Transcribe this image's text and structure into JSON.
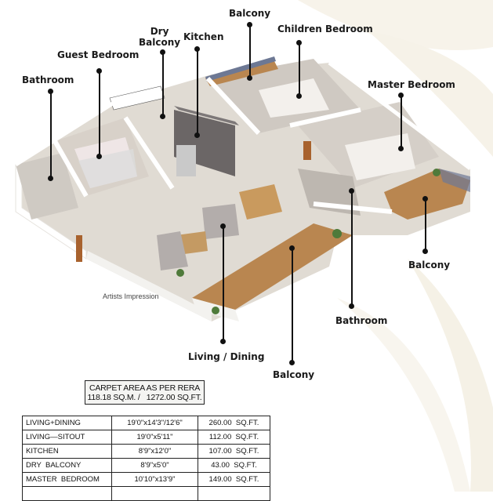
{
  "floor_plan": {
    "labels": [
      {
        "id": "bathroom-left",
        "text": "Bathroom"
      },
      {
        "id": "guest-bedroom",
        "text": "Guest Bedroom"
      },
      {
        "id": "dry-balcony",
        "text": "Dry\nBalcony"
      },
      {
        "id": "kitchen",
        "text": "Kitchen"
      },
      {
        "id": "balcony-top",
        "text": "Balcony"
      },
      {
        "id": "children-bedroom",
        "text": "Children Bedroom"
      },
      {
        "id": "master-bedroom",
        "text": "Master Bedroom"
      },
      {
        "id": "balcony-right",
        "text": "Balcony"
      },
      {
        "id": "bathroom-right",
        "text": "Bathroom"
      },
      {
        "id": "living-dining",
        "text": "Living / Dining"
      },
      {
        "id": "balcony-bottom",
        "text": "Balcony"
      }
    ],
    "artist_note": "Artists Impression"
  },
  "carpet_area": {
    "title": "CARPET AREA AS PER RERA",
    "value": "118.18 SQ.M. /   1272.00 SQ.FT."
  },
  "area_table": {
    "rows": [
      {
        "room": "LIVING+DINING",
        "dimensions": "19'0\"x14'3\"/12'6\"",
        "area": "260.00  SQ.FT."
      },
      {
        "room": "LIVING—SITOUT",
        "dimensions": "19'0\"x5'11\"",
        "area": "112.00  SQ.FT."
      },
      {
        "room": "KITCHEN",
        "dimensions": "8'9\"x12'0\"",
        "area": "107.00  SQ.FT."
      },
      {
        "room": "DRY  BALCONY",
        "dimensions": "8'9\"x5'0\"",
        "area": "43.00  SQ.FT."
      },
      {
        "room": "MASTER  BEDROOM",
        "dimensions": "10'10\"x13'9\"",
        "area": "149.00  SQ.FT."
      },
      {
        "room": "",
        "dimensions": "",
        "area": ""
      }
    ]
  },
  "colors": {
    "wall": "#f7f6f4",
    "floor": "#d9d4cc",
    "wood": "#b98650",
    "kitchen_counter": "#6b6666",
    "background_leaf": "#f5f1e6"
  }
}
